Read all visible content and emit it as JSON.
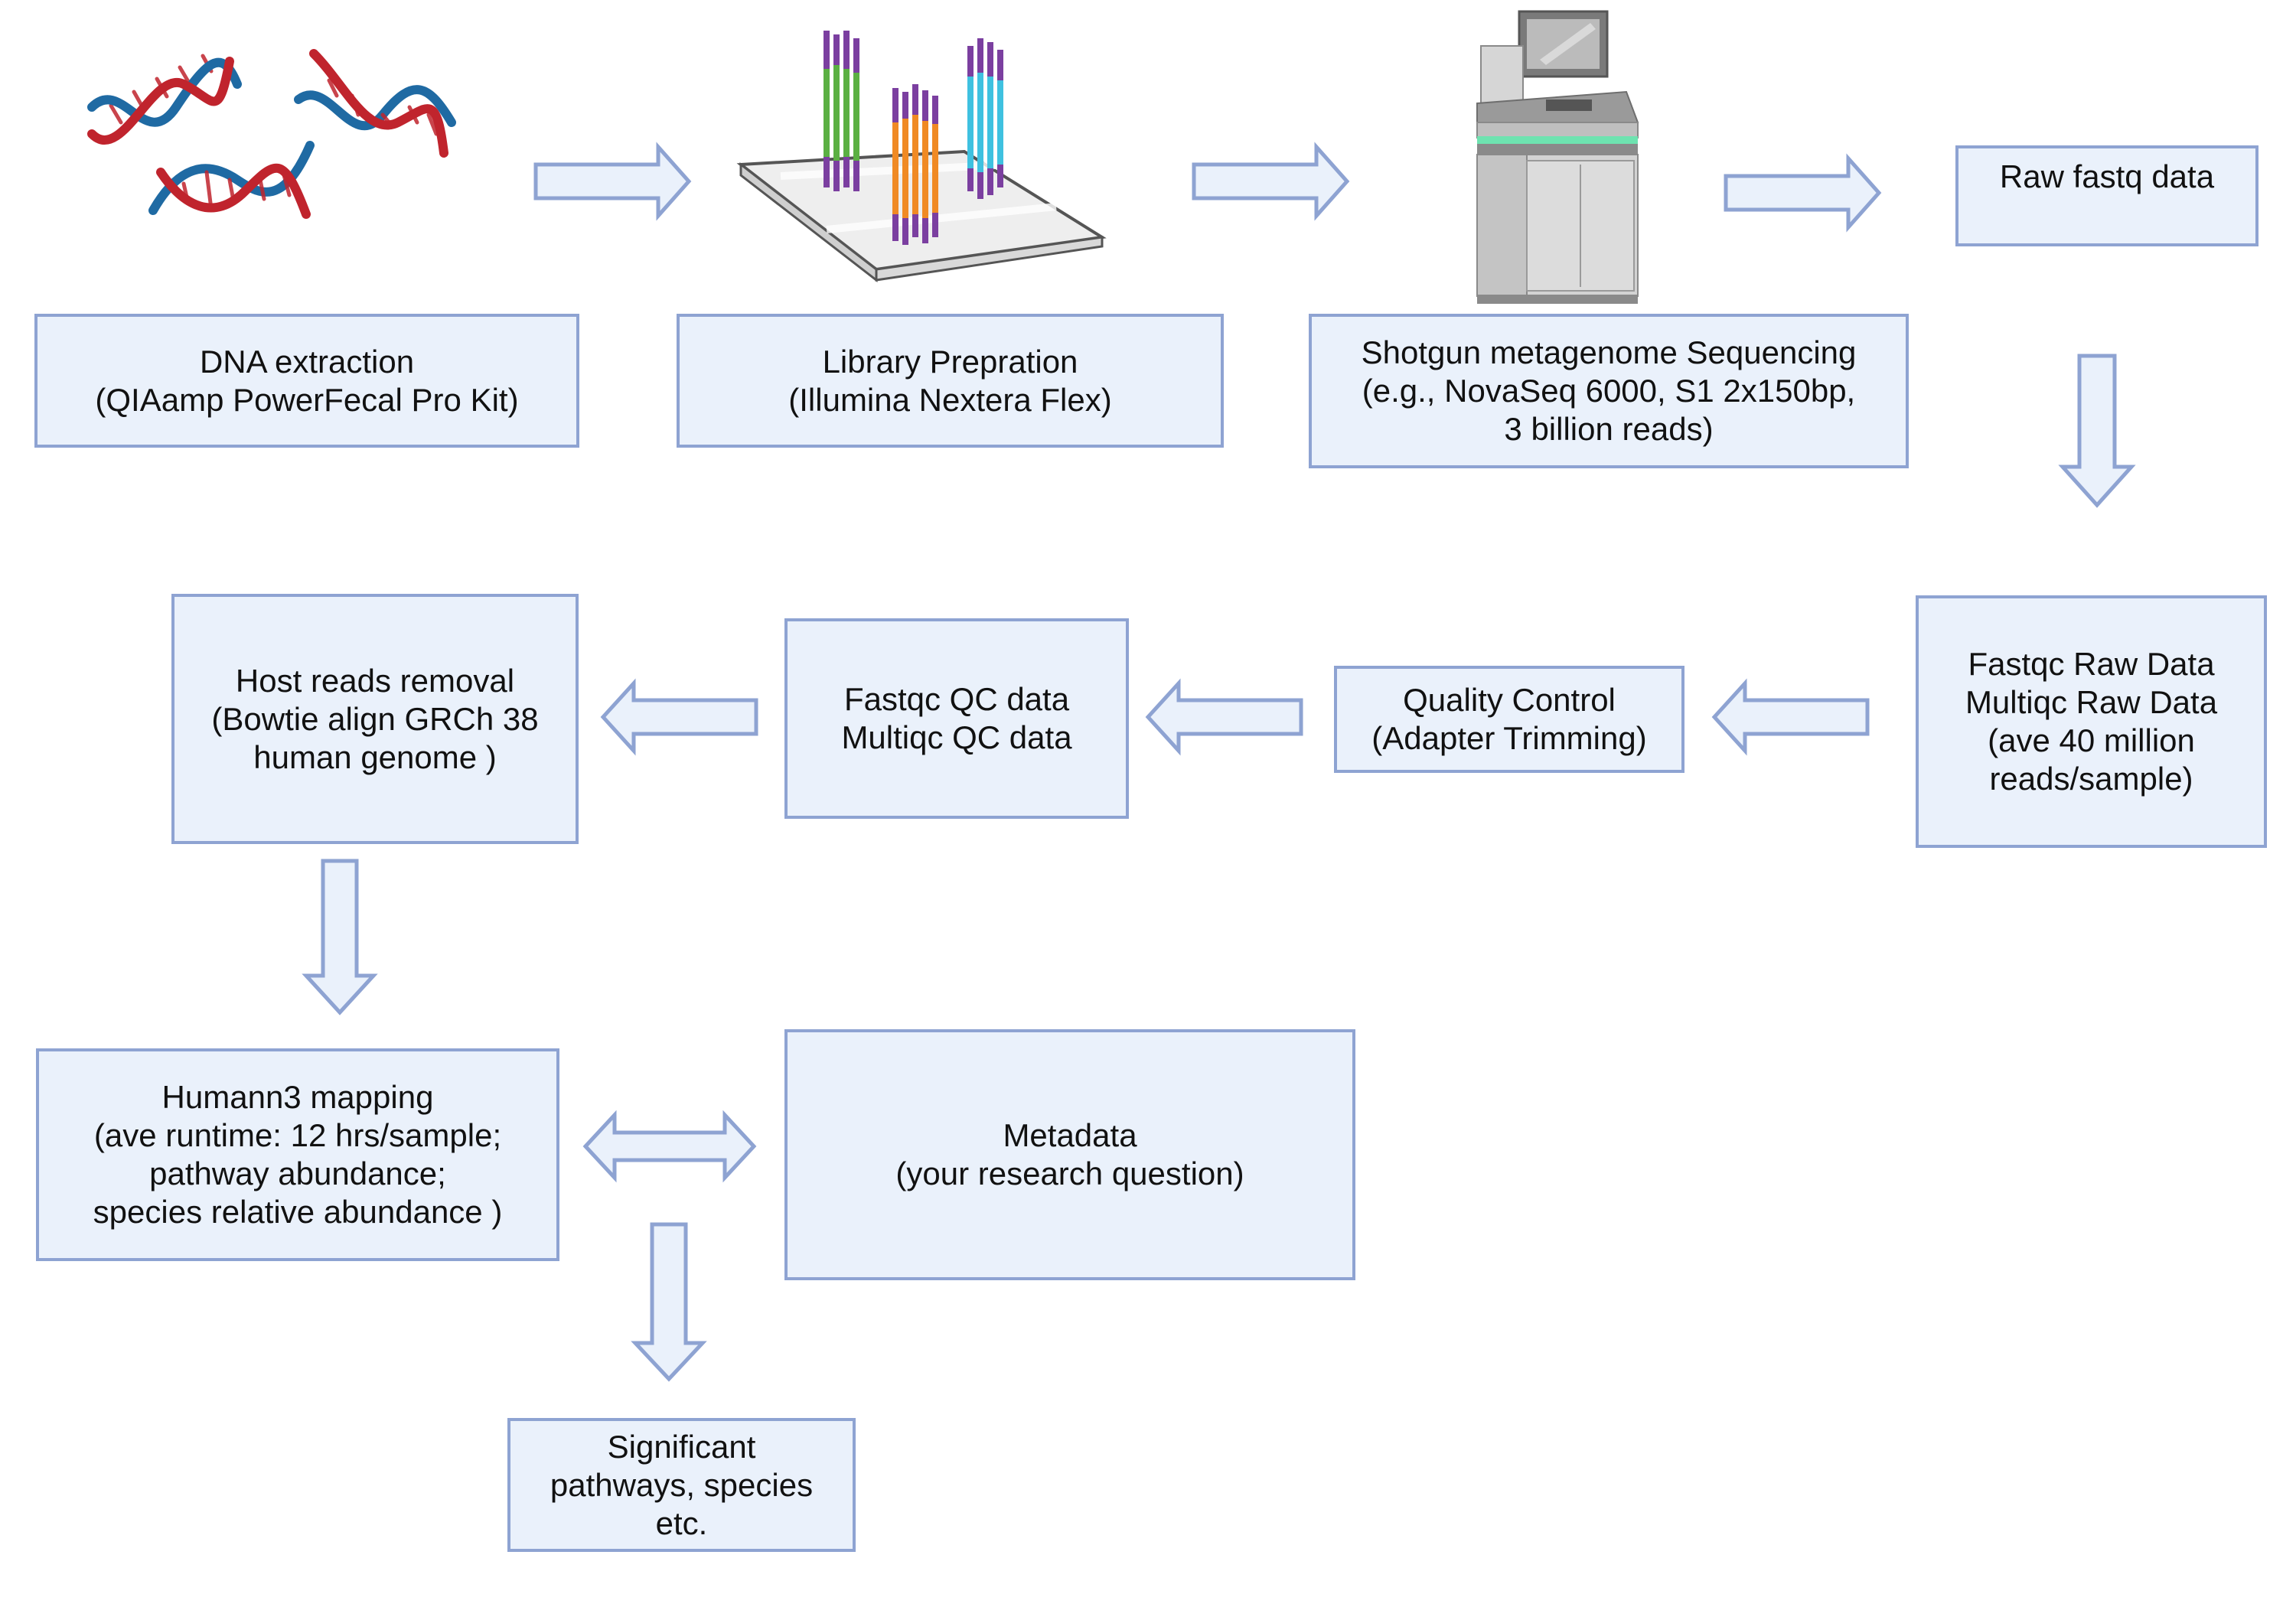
{
  "diagram": {
    "colors": {
      "box_fill": "#eaf1fb",
      "box_border": "#8ea3d2",
      "arrow_fill": "#eaf1fb",
      "arrow_stroke": "#8ea3d2",
      "dna_red": "#c0242d",
      "dna_blue": "#1f6aa3"
    },
    "icons": {
      "dna": "dna-strands-icon",
      "flowcell": "flow-cell-library-icon",
      "sequencer": "sequencer-machine-icon"
    },
    "boxes": {
      "dna_extraction": {
        "lines": [
          "DNA extraction",
          "(QIAamp PowerFecal Pro Kit)"
        ]
      },
      "library_prep": {
        "lines": [
          "Library Prepration",
          "(Illumina Nextera Flex)"
        ]
      },
      "sequencing": {
        "lines": [
          "Shotgun metagenome Sequencing",
          "(e.g., NovaSeq 6000, S1 2x150bp,",
          "3 billion reads)"
        ]
      },
      "raw_fastq": {
        "lines": [
          "Raw fastq data"
        ]
      },
      "fastqc_raw": {
        "lines": [
          "Fastqc Raw Data",
          "Multiqc Raw Data",
          "(ave 40 million",
          "reads/sample)"
        ]
      },
      "quality_control": {
        "lines": [
          "Quality Control",
          "(Adapter Trimming)"
        ]
      },
      "fastqc_qc": {
        "lines": [
          "Fastqc QC data",
          "Multiqc QC data"
        ]
      },
      "host_removal": {
        "lines": [
          "Host reads removal",
          "(Bowtie align GRCh 38",
          "human genome )"
        ]
      },
      "humann": {
        "lines": [
          "Humann3 mapping",
          "(ave runtime: 12 hrs/sample;",
          "pathway abundance;",
          "species relative abundance )"
        ]
      },
      "metadata": {
        "lines": [
          "Metadata",
          "(your research question)"
        ]
      },
      "significant": {
        "lines": [
          "Significant",
          "pathways, species",
          "etc."
        ]
      }
    }
  }
}
